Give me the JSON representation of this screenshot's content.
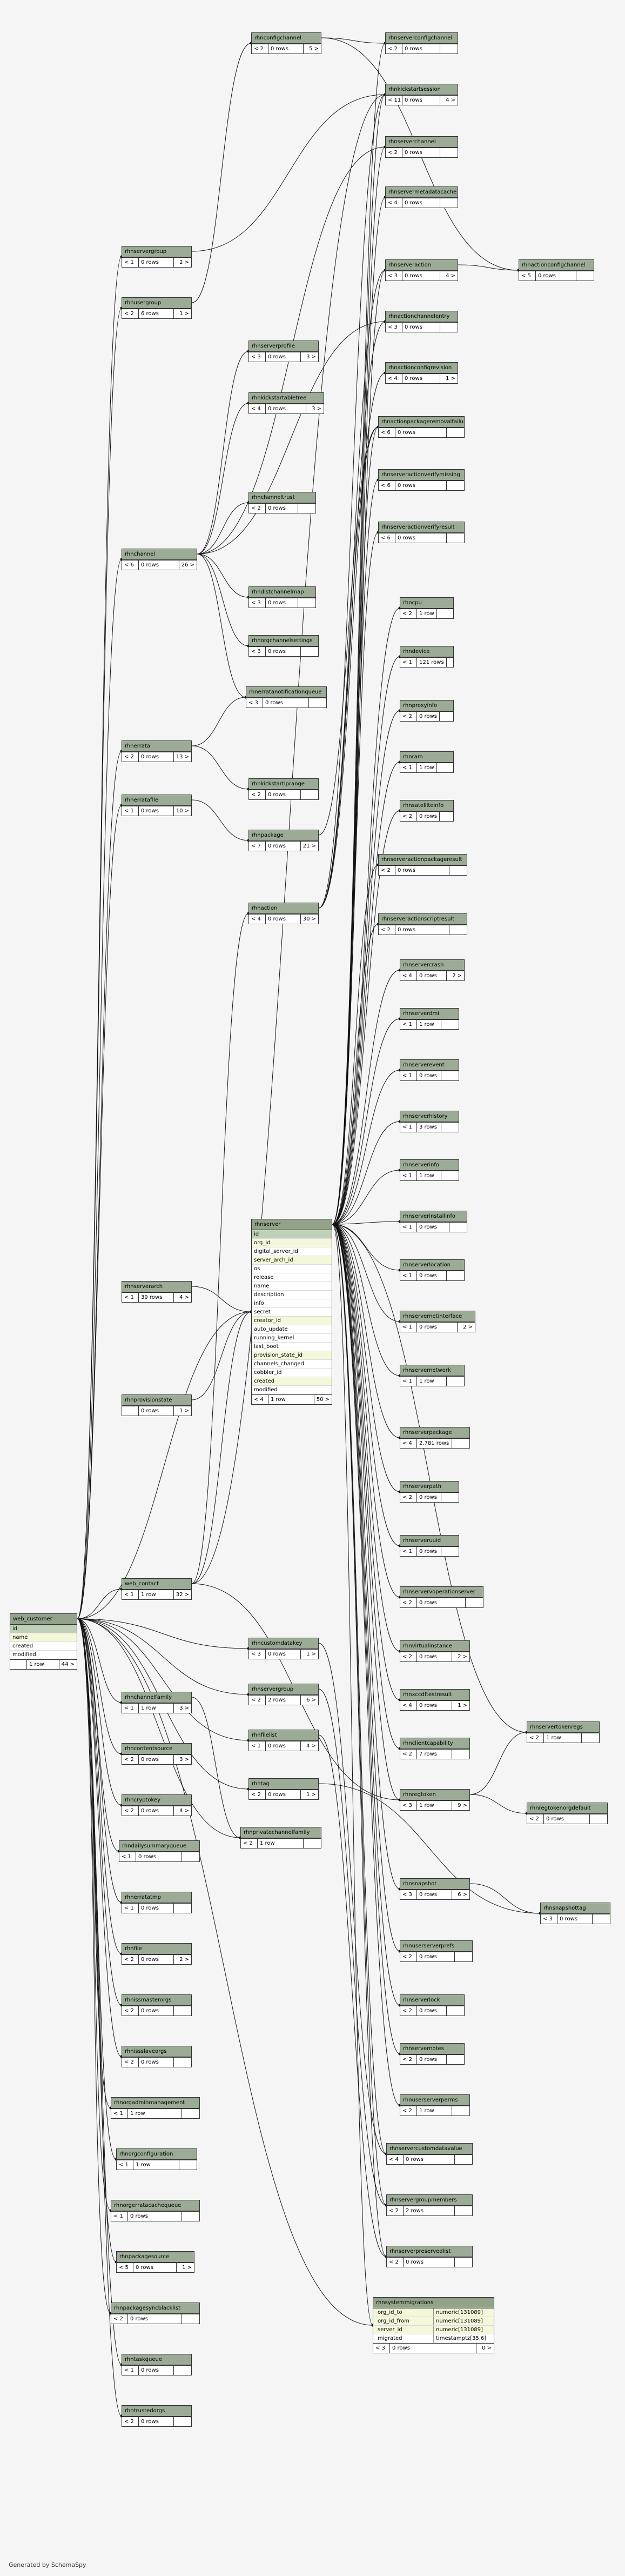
{
  "footer_text": "Generated by SchemaSpy",
  "tables": [
    {
      "id": "rhnconfigchannel",
      "name": "rhnconfigchannel",
      "cols": [],
      "f": [
        "< 2",
        "0 rows",
        "5 >"
      ]
    },
    {
      "id": "rhnserverconfigchannel",
      "name": "rhnserverconfigchannel",
      "cols": [],
      "f": [
        "< 2",
        "0 rows",
        ""
      ]
    },
    {
      "id": "rhnkickstartsession",
      "name": "rhnkickstartsession",
      "cols": [],
      "f": [
        "< 11",
        "0 rows",
        "4 >"
      ]
    },
    {
      "id": "rhnserverchannel",
      "name": "rhnserverchannel",
      "cols": [],
      "f": [
        "< 2",
        "0 rows",
        ""
      ]
    },
    {
      "id": "rhnservermetadatacache",
      "name": "rhnservermetadatacache",
      "cols": [],
      "f": [
        "< 4",
        "0 rows",
        ""
      ]
    },
    {
      "id": "rhnserveraction",
      "name": "rhnserveraction",
      "cols": [],
      "f": [
        "< 3",
        "0 rows",
        "4 >"
      ]
    },
    {
      "id": "rhnactionconfigchannel",
      "name": "rhnactionconfigchannel",
      "cols": [],
      "f": [
        "< 5",
        "0 rows",
        ""
      ]
    },
    {
      "id": "rhnactionchannelentry",
      "name": "rhnactionchannelentry",
      "cols": [],
      "f": [
        "< 3",
        "0 rows",
        ""
      ]
    },
    {
      "id": "rhnactionconfigrevision",
      "name": "rhnactionconfigrevision",
      "cols": [],
      "f": [
        "< 4",
        "0 rows",
        "1 >"
      ]
    },
    {
      "id": "rhnactionpackageremovalfailure",
      "name": "rhnactionpackageremovalfailure",
      "cols": [],
      "f": [
        "< 6",
        "0 rows",
        ""
      ]
    },
    {
      "id": "rhnserveractionverifymissing",
      "name": "rhnserveractionverifymissing",
      "cols": [],
      "f": [
        "< 6",
        "0 rows",
        ""
      ]
    },
    {
      "id": "rhnserveractionverifyresult",
      "name": "rhnserveractionverifyresult",
      "cols": [],
      "f": [
        "< 6",
        "0 rows",
        ""
      ]
    },
    {
      "id": "rhnusergroup_a",
      "name": "rhnservergroup",
      "cols": [],
      "f": [
        "< 1",
        "0 rows",
        "2 >"
      ]
    },
    {
      "id": "rhnusergroup",
      "name": "rhnusergroup",
      "cols": [],
      "f": [
        "< 2",
        "6 rows",
        "1 >"
      ]
    },
    {
      "id": "rhnserverprofile",
      "name": "rhnserverprofile",
      "cols": [],
      "f": [
        "< 3",
        "0 rows",
        "3 >"
      ]
    },
    {
      "id": "rhnkickstartableltree",
      "name": "rhnkickstartabletree",
      "cols": [],
      "f": [
        "< 4",
        "0 rows",
        "3 >"
      ]
    },
    {
      "id": "rhnchanneltrust",
      "name": "rhnchanneltrust",
      "cols": [],
      "f": [
        "< 2",
        "0 rows",
        ""
      ]
    },
    {
      "id": "rhnchannel",
      "name": "rhnchannel",
      "cols": [],
      "f": [
        "< 6",
        "0 rows",
        "26 >"
      ]
    },
    {
      "id": "rhndistchannelmap",
      "name": "rhndistchannelmap",
      "cols": [],
      "f": [
        "< 3",
        "0 rows",
        ""
      ]
    },
    {
      "id": "rhnorgchannelsettings",
      "name": "rhnorgchannelsettings",
      "cols": [],
      "f": [
        "< 3",
        "0 rows",
        ""
      ]
    },
    {
      "id": "rhnerratanotificationqueue",
      "name": "rhnerratanotificationqueue",
      "cols": [],
      "f": [
        "< 3",
        "0 rows",
        ""
      ]
    },
    {
      "id": "rhnerrata",
      "name": "rhnerrata",
      "cols": [],
      "f": [
        "< 2",
        "0 rows",
        "13 >"
      ]
    },
    {
      "id": "rhnerratafile",
      "name": "rhnerratafile",
      "cols": [],
      "f": [
        "< 1",
        "0 rows",
        "10 >"
      ]
    },
    {
      "id": "rhnkickstartiprange",
      "name": "rhnkickstartiprange",
      "cols": [],
      "f": [
        "< 2",
        "0 rows",
        ""
      ]
    },
    {
      "id": "rhnpackage",
      "name": "rhnpackage",
      "cols": [],
      "f": [
        "< 7",
        "0 rows",
        "21 >"
      ]
    },
    {
      "id": "rhnaction",
      "name": "rhnaction",
      "cols": [],
      "f": [
        "< 4",
        "0 rows",
        "30 >"
      ]
    },
    {
      "id": "rhncpu",
      "name": "rhncpu",
      "cols": [],
      "f": [
        "< 2",
        "1 row",
        ""
      ]
    },
    {
      "id": "rhndevice",
      "name": "rhndevice",
      "cols": [],
      "f": [
        "< 1",
        "121 rows",
        ""
      ]
    },
    {
      "id": "rhnproxyinfo",
      "name": "rhnproxyinfo",
      "cols": [],
      "f": [
        "< 2",
        "0 rows",
        ""
      ]
    },
    {
      "id": "rhnram",
      "name": "rhnram",
      "cols": [],
      "f": [
        "< 1",
        "1 row",
        ""
      ]
    },
    {
      "id": "rhnsatelliteinfo",
      "name": "rhnsatelliteinfo",
      "cols": [],
      "f": [
        "< 2",
        "0 rows",
        ""
      ]
    },
    {
      "id": "rhnserveractionpackageresult",
      "name": "rhnserveractionpackageresult",
      "cols": [],
      "f": [
        "< 2",
        "0 rows",
        ""
      ]
    },
    {
      "id": "rhnserveractionscriptresult",
      "name": "rhnserveractionscriptresult",
      "cols": [],
      "f": [
        "< 2",
        "0 rows",
        ""
      ]
    },
    {
      "id": "rhnservercrash",
      "name": "rhnservercrash",
      "cols": [],
      "f": [
        "< 4",
        "0 rows",
        "2 >"
      ]
    },
    {
      "id": "rhnserverdmi",
      "name": "rhnserverdmi",
      "cols": [],
      "f": [
        "< 1",
        "1 row",
        ""
      ]
    },
    {
      "id": "rhnserverevent",
      "name": "rhnserverevent",
      "cols": [],
      "f": [
        "< 1",
        "0 rows",
        ""
      ]
    },
    {
      "id": "rhnserverhistory",
      "name": "rhnserverhistory",
      "cols": [],
      "f": [
        "< 1",
        "3 rows",
        ""
      ]
    },
    {
      "id": "rhnserverinfo",
      "name": "rhnserverinfo",
      "cols": [],
      "f": [
        "< 1",
        "1 row",
        ""
      ]
    },
    {
      "id": "rhnserverinstallinfo",
      "name": "rhnserverinstallinfo",
      "cols": [],
      "f": [
        "< 1",
        "0 rows",
        ""
      ]
    },
    {
      "id": "rhnserverlocation",
      "name": "rhnserverlocation",
      "cols": [],
      "f": [
        "< 1",
        "0 rows",
        ""
      ]
    },
    {
      "id": "rhnservernetinterface",
      "name": "rhnservernetinterface",
      "cols": [],
      "f": [
        "< 1",
        "0 rows",
        "2 >"
      ]
    },
    {
      "id": "rhnservernetwork",
      "name": "rhnservernetwork",
      "cols": [],
      "f": [
        "< 1",
        "1 row",
        ""
      ]
    },
    {
      "id": "rhnserverpackage",
      "name": "rhnserverpackage",
      "cols": [],
      "f": [
        "< 4",
        "2,781 rows",
        ""
      ]
    },
    {
      "id": "rhnserverpath",
      "name": "rhnserverpath",
      "cols": [],
      "f": [
        "< 2",
        "0 rows",
        ""
      ]
    },
    {
      "id": "rhnserveruuid",
      "name": "rhnserveruuid",
      "cols": [],
      "f": [
        "< 1",
        "0 rows",
        ""
      ]
    },
    {
      "id": "rhnsnapshotpserver",
      "name": "rhnservervoperationserver",
      "cols": [],
      "f": [
        "< 2",
        "0 rows",
        ""
      ]
    },
    {
      "id": "rhnvirtualinstance",
      "name": "rhnvirtualinstance",
      "cols": [],
      "f": [
        "< 2",
        "0 rows",
        "2 >"
      ]
    },
    {
      "id": "rhnxccdftestresult",
      "name": "rhnxccdftestresult",
      "cols": [],
      "f": [
        "< 4",
        "0 rows",
        "1 >"
      ]
    },
    {
      "id": "rhnserverarch",
      "name": "rhnserverarch",
      "cols": [],
      "f": [
        "< 1",
        "39 rows",
        "4 >"
      ]
    },
    {
      "id": "rhnprovisionstate",
      "name": "rhnprovisionstate",
      "cols": [],
      "f": [
        "",
        "0 rows",
        "1 >"
      ]
    },
    {
      "id": "rhnserver",
      "name": "rhnserver",
      "hilite": true,
      "cols": [
        {
          "n": "id",
          "k": "pk"
        },
        {
          "n": "org_id",
          "k": "fk"
        },
        {
          "n": "digital_server_id",
          "k": ""
        },
        {
          "n": "server_arch_id",
          "k": "fk"
        },
        {
          "n": "os",
          "k": ""
        },
        {
          "n": "release",
          "k": ""
        },
        {
          "n": "name",
          "k": ""
        },
        {
          "n": "description",
          "k": ""
        },
        {
          "n": "info",
          "k": ""
        },
        {
          "n": "secret",
          "k": ""
        },
        {
          "n": "creator_id",
          "k": "fk"
        },
        {
          "n": "auto_update",
          "k": ""
        },
        {
          "n": "running_kernel",
          "k": ""
        },
        {
          "n": "last_boot",
          "k": ""
        },
        {
          "n": "provision_state_id",
          "k": "fk"
        },
        {
          "n": "channels_changed",
          "k": ""
        },
        {
          "n": "cobbler_id",
          "k": ""
        },
        {
          "n": "created",
          "k": "fk"
        },
        {
          "n": "modified",
          "k": ""
        }
      ],
      "f": [
        "< 4",
        "1 row",
        "50 >"
      ]
    },
    {
      "id": "web_customer",
      "name": "web_customer",
      "hilite": true,
      "cols": [
        {
          "n": "id",
          "k": "pk"
        },
        {
          "n": "name",
          "k": "fk"
        },
        {
          "n": "created",
          "k": ""
        },
        {
          "n": "modified",
          "k": ""
        }
      ],
      "f": [
        "",
        "1 row",
        "44 >"
      ]
    },
    {
      "id": "web_contact",
      "name": "web_contact",
      "cols": [],
      "f": [
        "< 1",
        "1 row",
        "32 >"
      ]
    },
    {
      "id": "rhncustomdatakey",
      "name": "rhncustomdatakey",
      "cols": [],
      "f": [
        "< 3",
        "0 rows",
        "1 >"
      ]
    },
    {
      "id": "rhnservergroup2",
      "name": "rhnservergroup",
      "cols": [],
      "f": [
        "< 2",
        "2 rows",
        "6 >"
      ]
    },
    {
      "id": "rhnfilelist",
      "name": "rhnfilelist",
      "cols": [],
      "f": [
        "< 1",
        "0 rows",
        "4 >"
      ]
    },
    {
      "id": "rhntag",
      "name": "rhntag",
      "cols": [],
      "f": [
        "< 2",
        "0 rows",
        "1 >"
      ]
    },
    {
      "id": "rhnprivatechannelfamily",
      "name": "rhnprivatechannelfamily",
      "cols": [],
      "f": [
        "< 2",
        "1 row",
        ""
      ]
    },
    {
      "id": "rhnchannelfamily",
      "name": "rhnchannelfamily",
      "cols": [],
      "f": [
        "< 1",
        "1 row",
        "3 >"
      ]
    },
    {
      "id": "rhncontentsource",
      "name": "rhncontentsource",
      "cols": [],
      "f": [
        "< 2",
        "0 rows",
        "3 >"
      ]
    },
    {
      "id": "rhncryptokey",
      "name": "rhncryptokey",
      "cols": [],
      "f": [
        "< 2",
        "0 rows",
        "4 >"
      ]
    },
    {
      "id": "rhndailysummaryqueue",
      "name": "rhndailysummaryqueue",
      "cols": [],
      "f": [
        "< 1",
        "0 rows",
        ""
      ]
    },
    {
      "id": "rhnerratatmp",
      "name": "rhnerratatmp",
      "cols": [],
      "f": [
        "< 1",
        "0 rows",
        ""
      ]
    },
    {
      "id": "rhnfile",
      "name": "rhnfile",
      "cols": [],
      "f": [
        "< 2",
        "0 rows",
        "2 >"
      ]
    },
    {
      "id": "rhnissmasterorgs",
      "name": "rhnissmasterorgs",
      "cols": [],
      "f": [
        "< 2",
        "0 rows",
        ""
      ]
    },
    {
      "id": "rhnissslaveorgs",
      "name": "rhnissslaveorgs",
      "cols": [],
      "f": [
        "< 2",
        "0 rows",
        ""
      ]
    },
    {
      "id": "rhnorgadminmanagement",
      "name": "rhnorgadminmanagement",
      "cols": [],
      "f": [
        "< 1",
        "1 row",
        ""
      ]
    },
    {
      "id": "rhnorgconfiguration",
      "name": "rhnorgconfiguration",
      "cols": [],
      "f": [
        "< 1",
        "1 row",
        ""
      ]
    },
    {
      "id": "rhnorgerratacachequeue",
      "name": "rhnorgerratacachequeue",
      "cols": [],
      "f": [
        "< 1",
        "0 rows",
        ""
      ]
    },
    {
      "id": "rhnpackagesource",
      "name": "rhnpackagesource",
      "cols": [],
      "f": [
        "< 5",
        "0 rows",
        "1 >"
      ]
    },
    {
      "id": "rhnpackagesyncblacklist",
      "name": "rhnpackagesyncblacklist",
      "cols": [],
      "f": [
        "< 2",
        "0 rows",
        ""
      ]
    },
    {
      "id": "rhnsetqueue",
      "name": "rhntaskqueue",
      "cols": [],
      "f": [
        "< 1",
        "0 rows",
        ""
      ]
    },
    {
      "id": "rhntrustedorgs",
      "name": "rhntrustedorgs",
      "cols": [],
      "f": [
        "< 2",
        "0 rows",
        ""
      ]
    },
    {
      "id": "rhnclientcapability",
      "name": "rhnclientcapability",
      "cols": [],
      "f": [
        "< 2",
        "7 rows",
        ""
      ]
    },
    {
      "id": "rhnregtoken",
      "name": "rhnregtoken",
      "cols": [],
      "f": [
        "< 3",
        "1 row",
        "9 >"
      ]
    },
    {
      "id": "rhnservertokenregs",
      "name": "rhnservertokenregs",
      "cols": [],
      "f": [
        "< 2",
        "1 row",
        ""
      ]
    },
    {
      "id": "rhnregtokenorgdefault",
      "name": "rhnregtokenorgdefault",
      "cols": [],
      "f": [
        "< 2",
        "0 rows",
        ""
      ]
    },
    {
      "id": "rhnsnapshot",
      "name": "rhnsnapshot",
      "cols": [],
      "f": [
        "< 3",
        "0 rows",
        "6 >"
      ]
    },
    {
      "id": "rhnsnapshottag",
      "name": "rhnsnapshottag",
      "cols": [],
      "f": [
        "< 3",
        "0 rows",
        ""
      ]
    },
    {
      "id": "rhnuserserverprefs",
      "name": "rhnuserserverprefs",
      "cols": [],
      "f": [
        "< 2",
        "0 rows",
        ""
      ]
    },
    {
      "id": "rhnserverlock",
      "name": "rhnserverlock",
      "cols": [],
      "f": [
        "< 2",
        "0 rows",
        ""
      ]
    },
    {
      "id": "rhnservernotes",
      "name": "rhnservernotes",
      "cols": [],
      "f": [
        "< 2",
        "0 rows",
        ""
      ]
    },
    {
      "id": "rhnuserserverperms",
      "name": "rhnuserserverperms",
      "cols": [],
      "f": [
        "< 2",
        "1 row",
        ""
      ]
    },
    {
      "id": "rhnservercustomdatavalue",
      "name": "rhnservercustomdatavalue",
      "cols": [],
      "f": [
        "< 4",
        "0 rows",
        ""
      ]
    },
    {
      "id": "rhnservergroupmembers",
      "name": "rhnservergroupmembers",
      "cols": [],
      "f": [
        "< 2",
        "2 rows",
        ""
      ]
    },
    {
      "id": "rhnserverpreservedlist",
      "name": "rhnserverpreservedlist",
      "cols": [],
      "f": [
        "< 2",
        "0 rows",
        ""
      ]
    },
    {
      "id": "rhnsystemmigrations",
      "name": "rhnsystemmigrations",
      "hilite": true,
      "cols": [
        {
          "n": "org_id_to",
          "t": "numeric[131089]",
          "k": "fk"
        },
        {
          "n": "org_id_from",
          "t": "numeric[131089]",
          "k": "fk"
        },
        {
          "n": "server_id",
          "t": "numeric[131089]",
          "k": "fk"
        },
        {
          "n": "migrated",
          "t": "timestamptz[35,6]",
          "k": ""
        }
      ],
      "f": [
        "< 3",
        "0 rows",
        "0 >"
      ]
    }
  ]
}
